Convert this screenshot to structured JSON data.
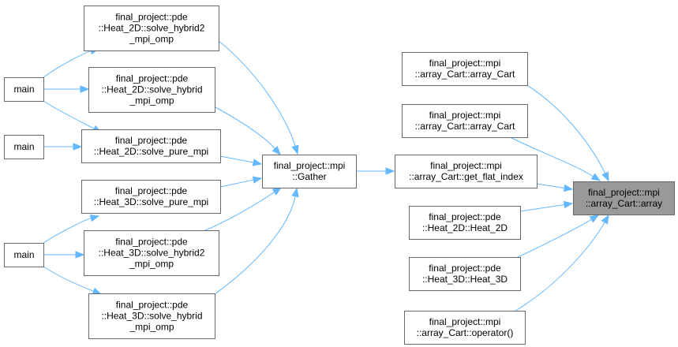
{
  "graph": {
    "nodes": [
      {
        "id": "main1",
        "lines": [
          "main"
        ],
        "clickable": true
      },
      {
        "id": "main2",
        "lines": [
          "main"
        ],
        "clickable": true
      },
      {
        "id": "main3",
        "lines": [
          "main"
        ],
        "clickable": true
      },
      {
        "id": "h2d_hybrid2",
        "lines": [
          "final_project::pde",
          "::Heat_2D::solve_hybrid2",
          "_mpi_omp"
        ],
        "clickable": true
      },
      {
        "id": "h2d_hybrid",
        "lines": [
          "final_project::pde",
          "::Heat_2D::solve_hybrid",
          "_mpi_omp"
        ],
        "clickable": true
      },
      {
        "id": "h2d_pure",
        "lines": [
          "final_project::pde",
          "::Heat_2D::solve_pure_mpi"
        ],
        "clickable": true
      },
      {
        "id": "h3d_pure",
        "lines": [
          "final_project::pde",
          "::Heat_3D::solve_pure_mpi"
        ],
        "clickable": true
      },
      {
        "id": "h3d_hybrid2",
        "lines": [
          "final_project::pde",
          "::Heat_3D::solve_hybrid2",
          "_mpi_omp"
        ],
        "clickable": true
      },
      {
        "id": "h3d_hybrid",
        "lines": [
          "final_project::pde",
          "::Heat_3D::solve_hybrid",
          "_mpi_omp"
        ],
        "clickable": true
      },
      {
        "id": "gather",
        "lines": [
          "final_project::mpi",
          "::Gather"
        ],
        "clickable": true
      },
      {
        "id": "get_flat",
        "lines": [
          "final_project::mpi",
          "::array_Cart::get_flat_index"
        ],
        "clickable": true
      },
      {
        "id": "ac1",
        "lines": [
          "final_project::mpi",
          "::array_Cart::array_Cart"
        ],
        "clickable": true
      },
      {
        "id": "ac2",
        "lines": [
          "final_project::mpi",
          "::array_Cart::array_Cart"
        ],
        "clickable": true
      },
      {
        "id": "heat2d",
        "lines": [
          "final_project::pde",
          "::Heat_2D::Heat_2D"
        ],
        "clickable": true
      },
      {
        "id": "heat3d",
        "lines": [
          "final_project::pde",
          "::Heat_3D::Heat_3D"
        ],
        "clickable": true
      },
      {
        "id": "op",
        "lines": [
          "final_project::mpi",
          "::array_Cart::operator()"
        ],
        "clickable": true
      },
      {
        "id": "array",
        "lines": [
          "final_project::mpi",
          "::array_Cart::array"
        ],
        "clickable": false,
        "focus": true
      }
    ],
    "edges": [
      {
        "from": "main1",
        "to": "h2d_hybrid2"
      },
      {
        "from": "main1",
        "to": "h2d_hybrid"
      },
      {
        "from": "main1",
        "to": "h2d_pure"
      },
      {
        "from": "main2",
        "to": "h2d_pure"
      },
      {
        "from": "main3",
        "to": "h3d_pure"
      },
      {
        "from": "main3",
        "to": "h3d_hybrid2"
      },
      {
        "from": "main3",
        "to": "h3d_hybrid"
      },
      {
        "from": "h2d_hybrid2",
        "to": "gather"
      },
      {
        "from": "h2d_hybrid",
        "to": "gather"
      },
      {
        "from": "h2d_pure",
        "to": "gather"
      },
      {
        "from": "h3d_pure",
        "to": "gather"
      },
      {
        "from": "h3d_hybrid2",
        "to": "gather"
      },
      {
        "from": "h3d_hybrid",
        "to": "gather"
      },
      {
        "from": "gather",
        "to": "get_flat"
      },
      {
        "from": "ac1",
        "to": "array"
      },
      {
        "from": "ac2",
        "to": "array"
      },
      {
        "from": "get_flat",
        "to": "array"
      },
      {
        "from": "heat2d",
        "to": "array"
      },
      {
        "from": "heat3d",
        "to": "array"
      },
      {
        "from": "op",
        "to": "array"
      }
    ],
    "colors": {
      "edge": "#63b8ff",
      "node_border": "#666666",
      "focus_fill": "#999999",
      "background": "#ffffff"
    }
  }
}
